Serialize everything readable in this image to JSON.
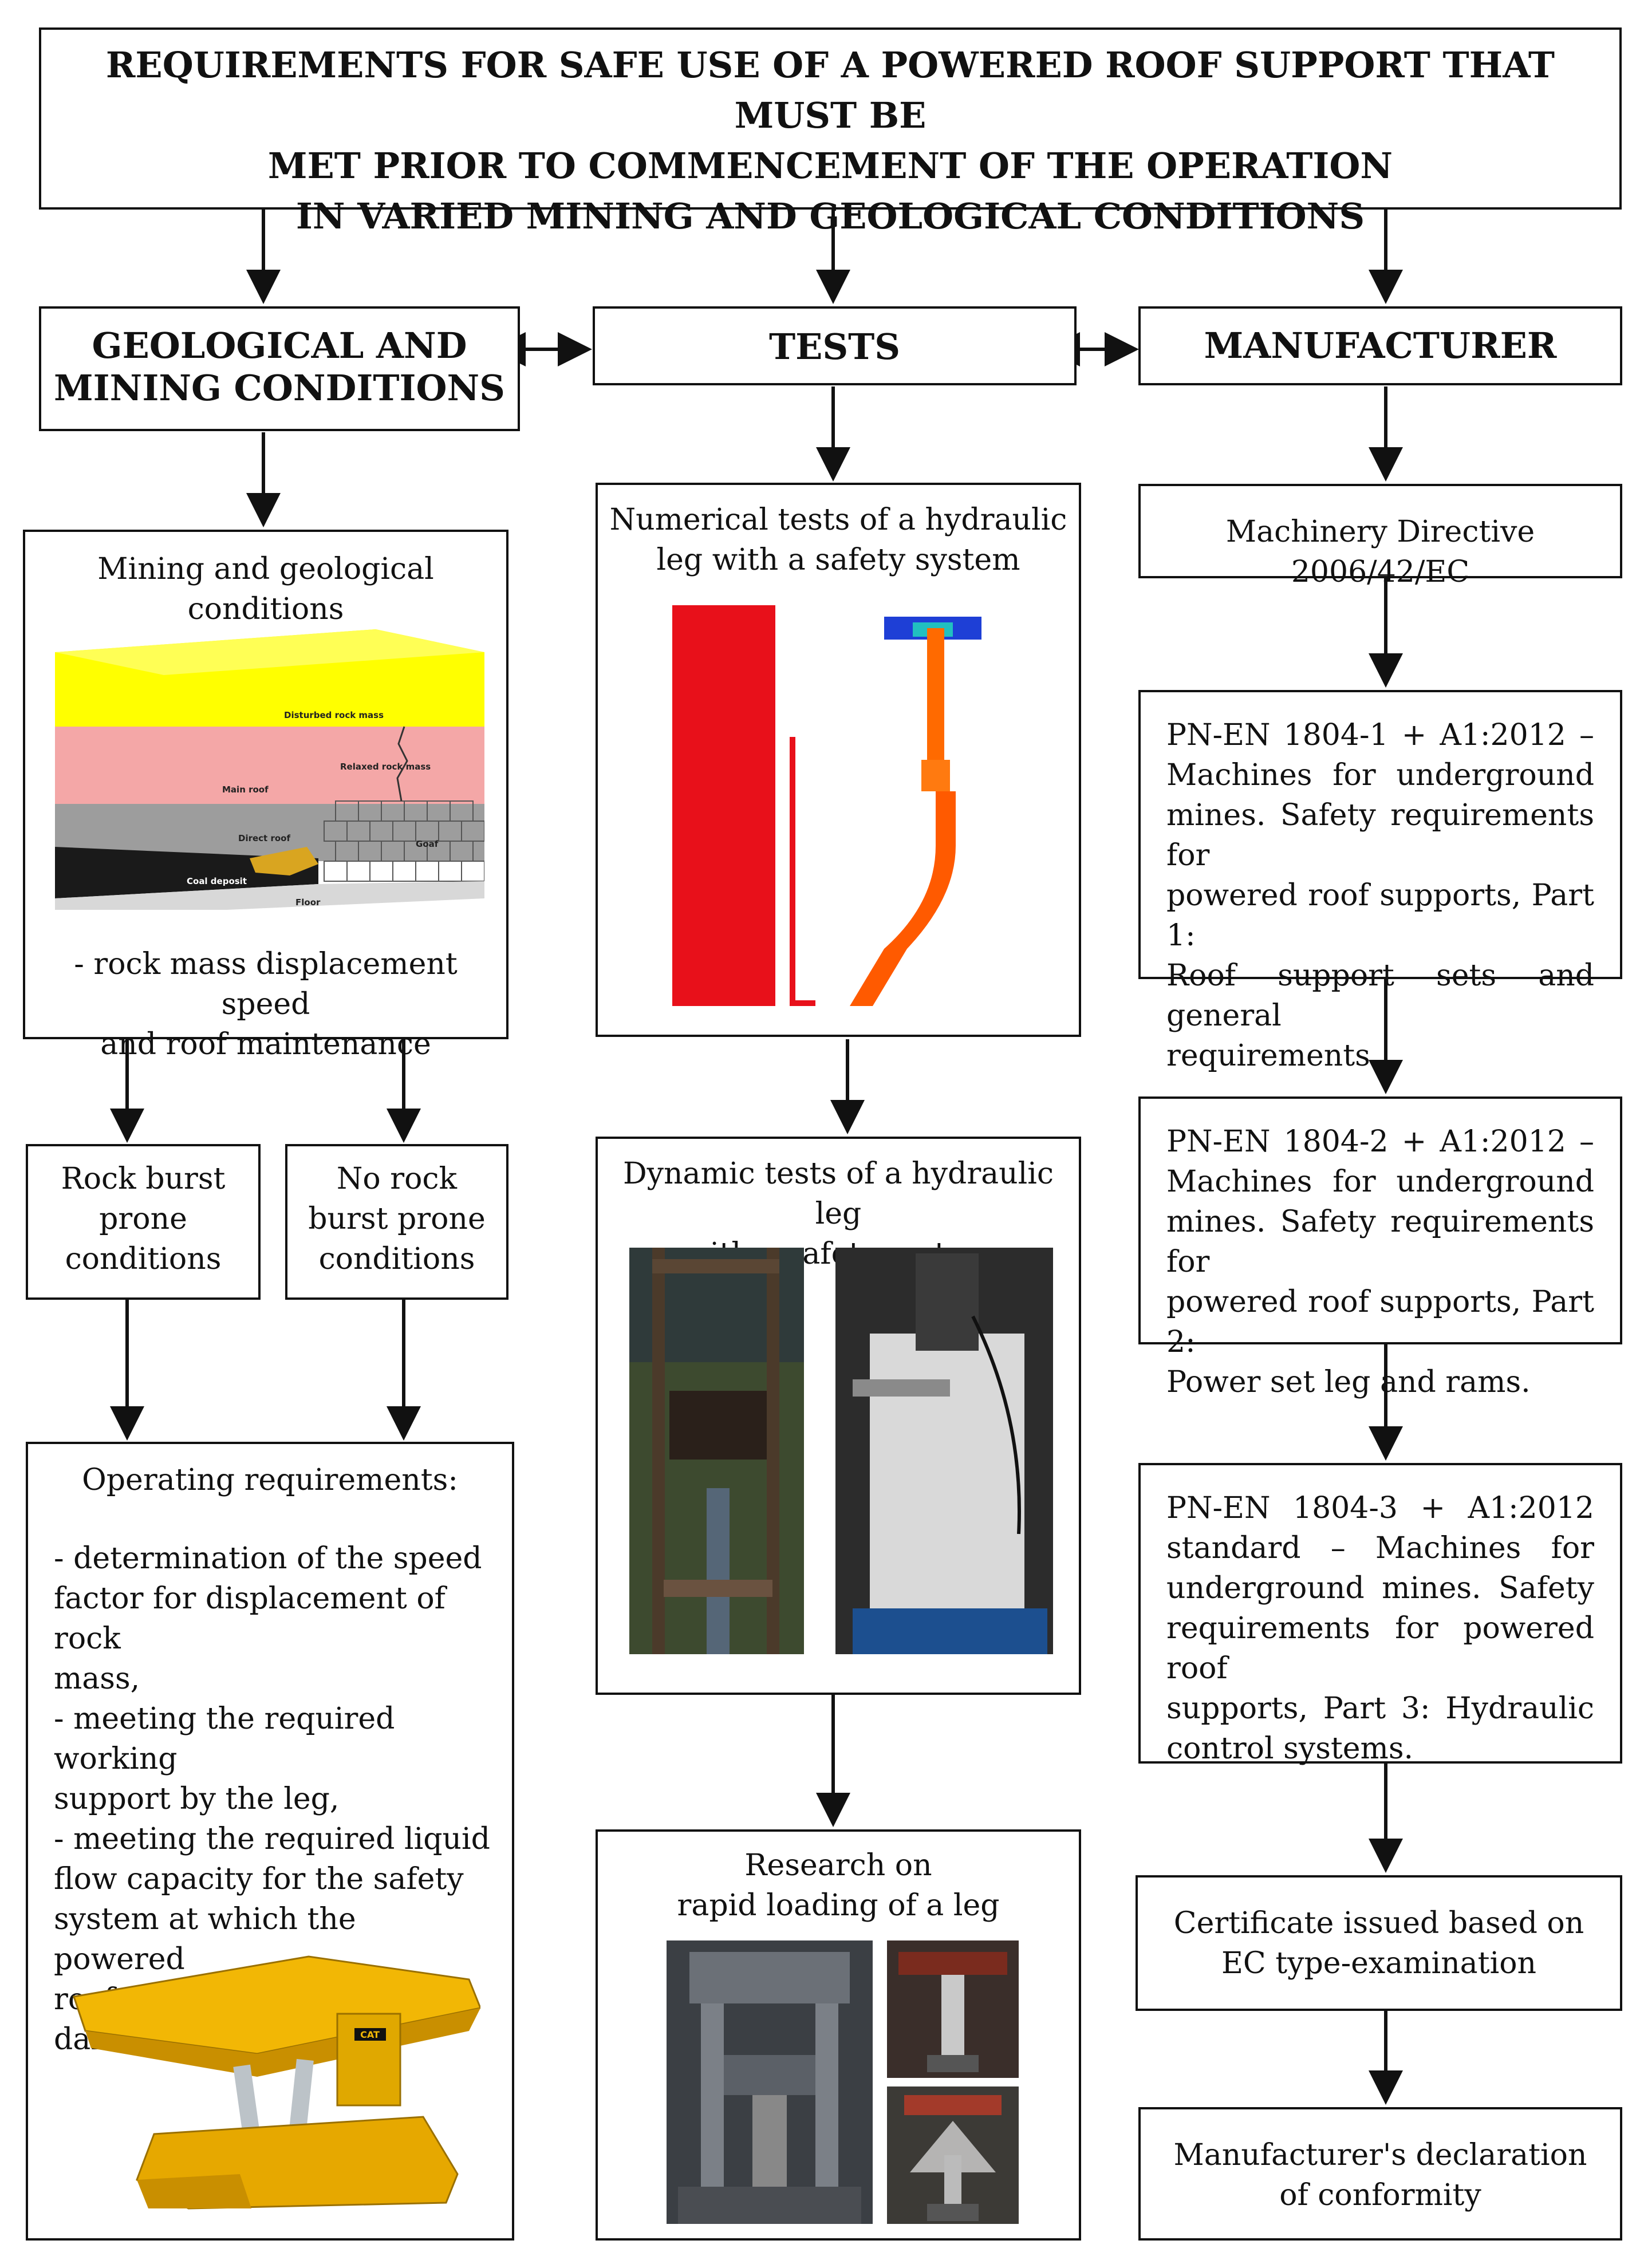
{
  "title": {
    "line1": "REQUIREMENTS FOR SAFE USE OF A POWERED ROOF SUPPORT THAT MUST BE",
    "line2": "MET PRIOR TO COMMENCEMENT OF THE OPERATION",
    "line3": "IN VARIED MINING AND GEOLOGICAL CONDITIONS"
  },
  "columns": {
    "geology": {
      "line1": "GEOLOGICAL AND",
      "line2": "MINING CONDITIONS"
    },
    "tests": "TESTS",
    "manufacturer": "MANUFACTURER"
  },
  "geology_panel": {
    "heading_line1": "Mining and geological",
    "heading_line2": "conditions",
    "layers": {
      "disturbed": "Disturbed rock mass",
      "relaxed": "Relaxed rock mass",
      "main_roof": "Main roof",
      "direct_roof": "Direct roof",
      "goaf": "Goaf",
      "coal": "Coal deposit",
      "floor": "Floor"
    },
    "note_line1": "- rock mass displacement speed",
    "note_line2": "and roof maintenance"
  },
  "rock_burst": {
    "line1": "Rock burst",
    "line2": "prone",
    "line3": "conditions"
  },
  "no_rock_burst": {
    "line1": "No rock",
    "line2": "burst prone",
    "line3": "conditions"
  },
  "operating": {
    "heading": "Operating requirements:",
    "lines": [
      "- determination of the speed",
      "factor for displacement of rock",
      "mass,",
      "- meeting the required working",
      "support by the leg,",
      "- meeting the required liquid",
      "flow capacity for the safety",
      "system at which the powered",
      "roof support will not be",
      "damaged."
    ],
    "cat_logo": "CAT"
  },
  "numerical": {
    "line1": "Numerical tests of a hydraulic",
    "line2": "leg with a safety system"
  },
  "dynamic": {
    "line1": "Dynamic tests of a hydraulic leg",
    "line2": "with a safety system"
  },
  "research": {
    "line1": "Research on",
    "line2": "rapid loading of a leg"
  },
  "directive": "Machinery Directive 2006/42/EC",
  "en1": [
    "PN-EN 1804-1 + A1:2012 –",
    "Machines for underground",
    "mines. Safety requirements for",
    "powered roof supports, Part 1:",
    "Roof support sets and general",
    "requirements."
  ],
  "en2": [
    "PN-EN 1804-2 + A1:2012 –",
    "Machines for underground",
    "mines. Safety requirements for",
    "powered roof supports, Part 2:",
    "Power set leg and rams."
  ],
  "en3": [
    "PN-EN 1804-3 + A1:2012",
    "standard – Machines for",
    "underground mines. Safety",
    "requirements for powered roof",
    "supports, Part 3: Hydraulic",
    "control systems."
  ],
  "certificate": {
    "line1": "Certificate issued based on",
    "line2": "EC type-examination"
  },
  "declaration": {
    "line1": "Manufacturer's declaration",
    "line2": "of conformity"
  },
  "colors": {
    "yellow": "#ffff00",
    "pink": "#f4a7a7",
    "gray": "#9d9d9d",
    "coal": "#1a1a1a",
    "red": "#e8101a",
    "orange": "#ff6a00"
  }
}
